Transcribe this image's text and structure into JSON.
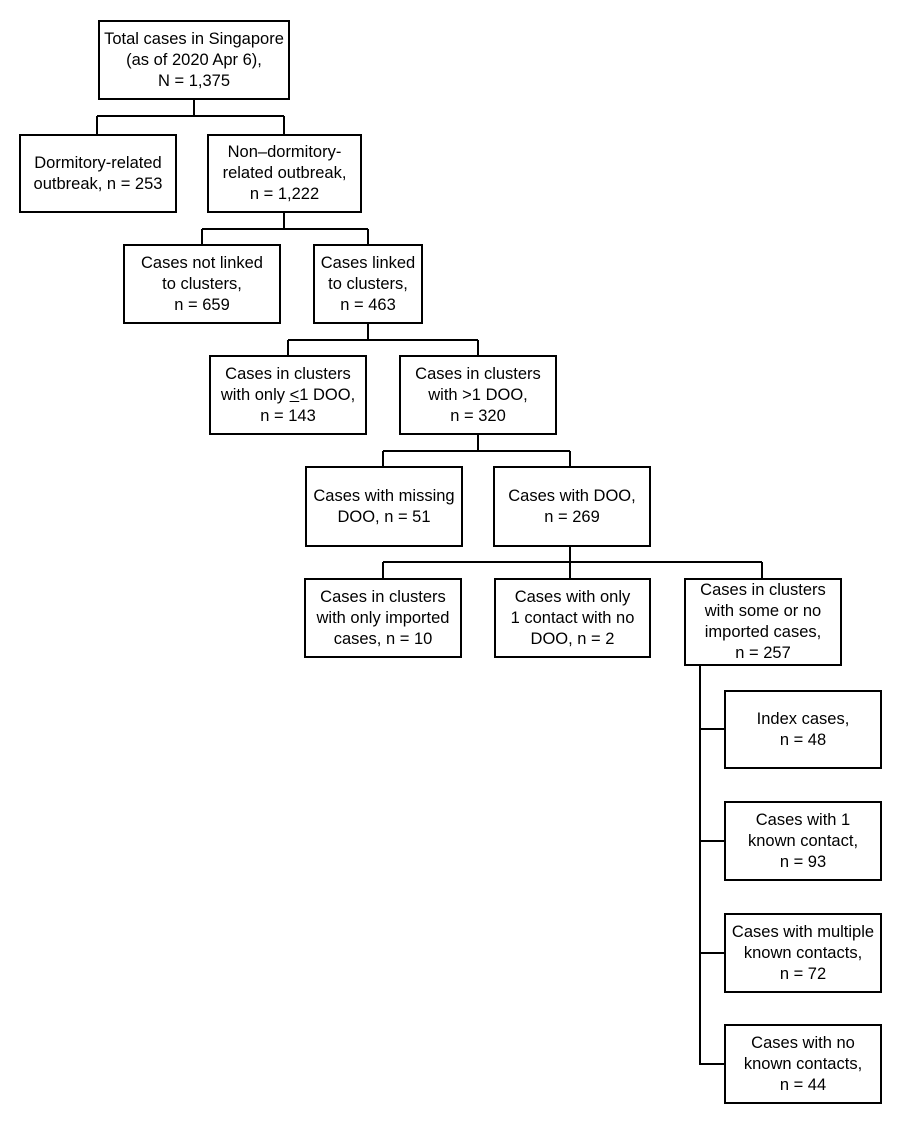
{
  "nodes": {
    "total": [
      "Total cases in Singapore",
      "(as of 2020 Apr 6),",
      "N = 1,375"
    ],
    "dormitory": [
      "Dormitory-related",
      "outbreak, n = 253"
    ],
    "non_dormitory": [
      "Non–dormitory-",
      "related outbreak,",
      "n = 1,222"
    ],
    "not_linked": [
      "Cases not linked",
      "to clusters,",
      "n = 659"
    ],
    "linked": [
      "Cases linked",
      "to clusters,",
      "n = 463"
    ],
    "le1_doo": {
      "line1": "Cases in clusters",
      "line2_pre": "with only ",
      "line2_le": "<",
      "line2_post": "1 DOO,",
      "line3": "n = 143"
    },
    "gt1_doo": [
      "Cases in clusters",
      "with >1 DOO,",
      "n = 320"
    ],
    "missing_doo": [
      "Cases with missing",
      "DOO, n = 51"
    ],
    "with_doo": [
      "Cases with DOO,",
      "n = 269"
    ],
    "only_imported": [
      "Cases in clusters",
      "with only imported",
      "cases, n = 10"
    ],
    "one_contact": [
      "Cases with only",
      "1 contact with no",
      "DOO, n = 2"
    ],
    "some_imported": [
      "Cases in clusters",
      "with some or no",
      "imported cases,",
      "n = 257"
    ],
    "index": [
      "Index cases,",
      "n = 48"
    ],
    "one_known": [
      "Cases with 1",
      "known contact,",
      "n = 93"
    ],
    "multiple_known": [
      "Cases with multiple",
      "known contacts,",
      "n = 72"
    ],
    "no_known": [
      "Cases with no",
      "known contacts,",
      "n = 44"
    ]
  }
}
